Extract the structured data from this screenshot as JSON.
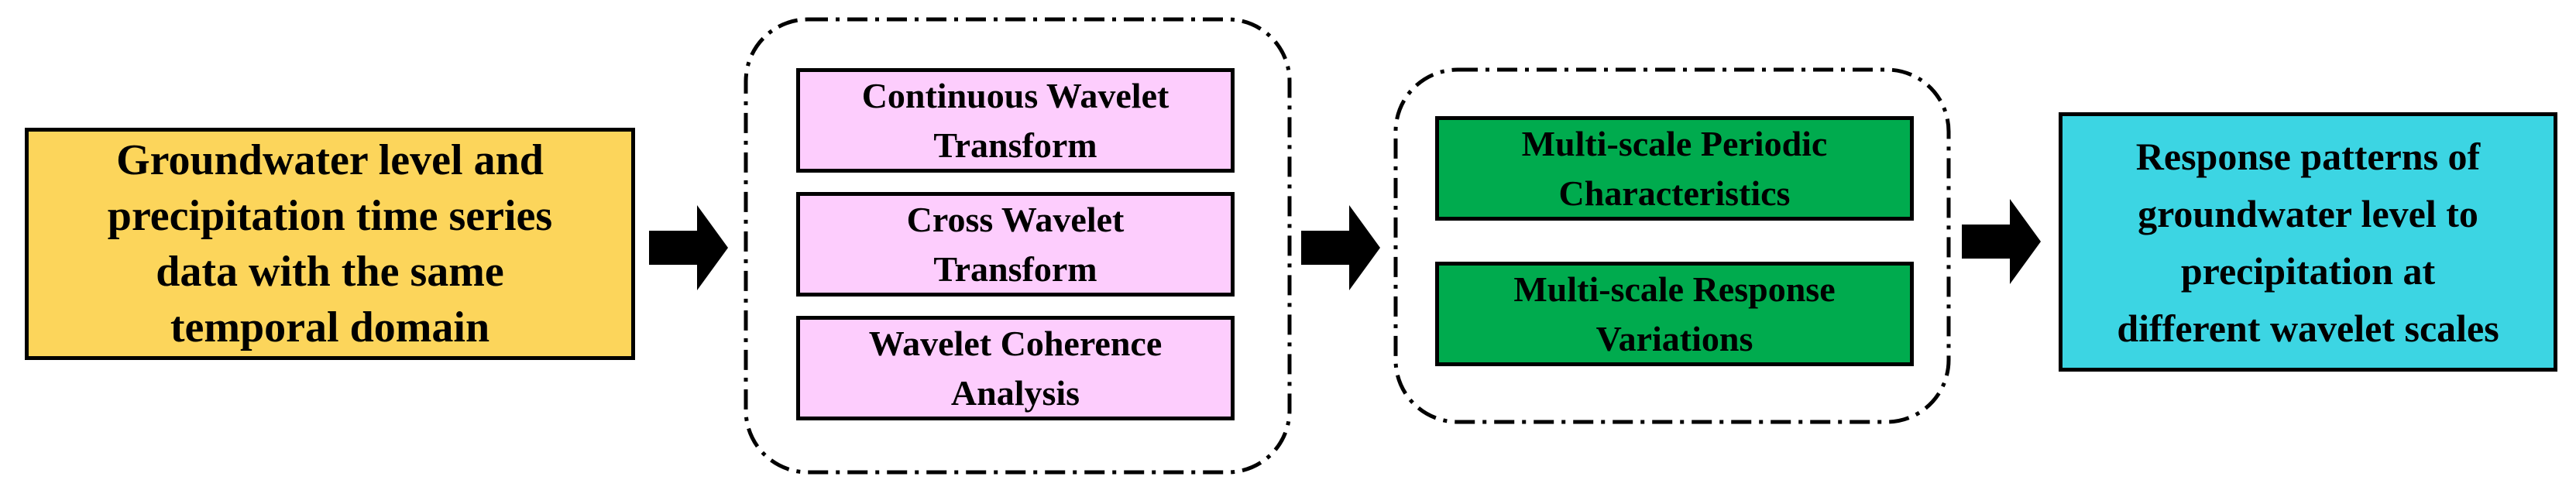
{
  "input": {
    "text": "Groundwater  level and\nprecipitation time series\ndata with the same\ntemporal domain"
  },
  "methods": [
    {
      "text": "Continuous Wavelet\nTransform"
    },
    {
      "text": "Cross Wavelet\nTransform"
    },
    {
      "text": "Wavelet Coherence\nAnalysis"
    }
  ],
  "results": [
    {
      "text": "Multi-scale Periodic\nCharacteristics"
    },
    {
      "text": "Multi-scale  Response\nVariations"
    }
  ],
  "output": {
    "text": "Response patterns of\ngroundwater level to\nprecipitation at\ndifferent wavelet scales"
  },
  "colors": {
    "input_fill": "#fcd55b",
    "method_fill": "#fdcdfd",
    "result_fill": "#00ab4e",
    "output_fill": "#3cd5e3",
    "stroke": "#000000"
  }
}
